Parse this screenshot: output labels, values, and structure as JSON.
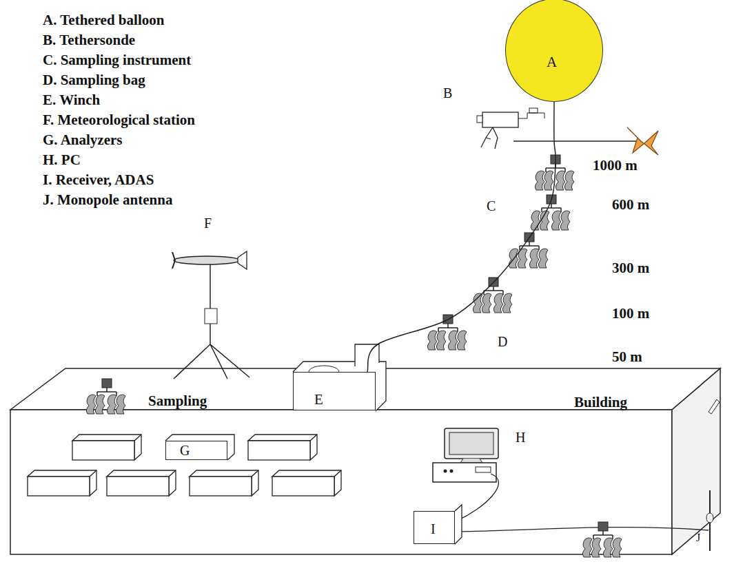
{
  "diagram": {
    "nodes": [
      {
        "text": [
          "A"
        ]
      },
      {
        "text": [
          "Sampling",
          "Building"
        ]
      },
      {
        "text": [
          "E"
        ]
      },
      {
        "text": [
          "G"
        ],
        "in": 1
      },
      {
        "text": [
          "I"
        ],
        "in": 1
      }
    ],
    "edges": [
      {
        "from": 2,
        "to": 0,
        "arrow": "none"
      }
    ],
    "labels": [
      "A. Tethered balloon",
      "B. Tethersonde",
      "C. Sampling instrument",
      "D. Sampling bag",
      "E. Winch",
      "F. Meteorological station",
      "G. Analyzers",
      "H. PC",
      "I. Receiver, ADAS",
      "J. Monopole antenna",
      "B",
      "C",
      "D",
      "F",
      "H",
      "J",
      "1000 m",
      "600 m",
      "300 m",
      "100 m",
      "50 m"
    ]
  }
}
